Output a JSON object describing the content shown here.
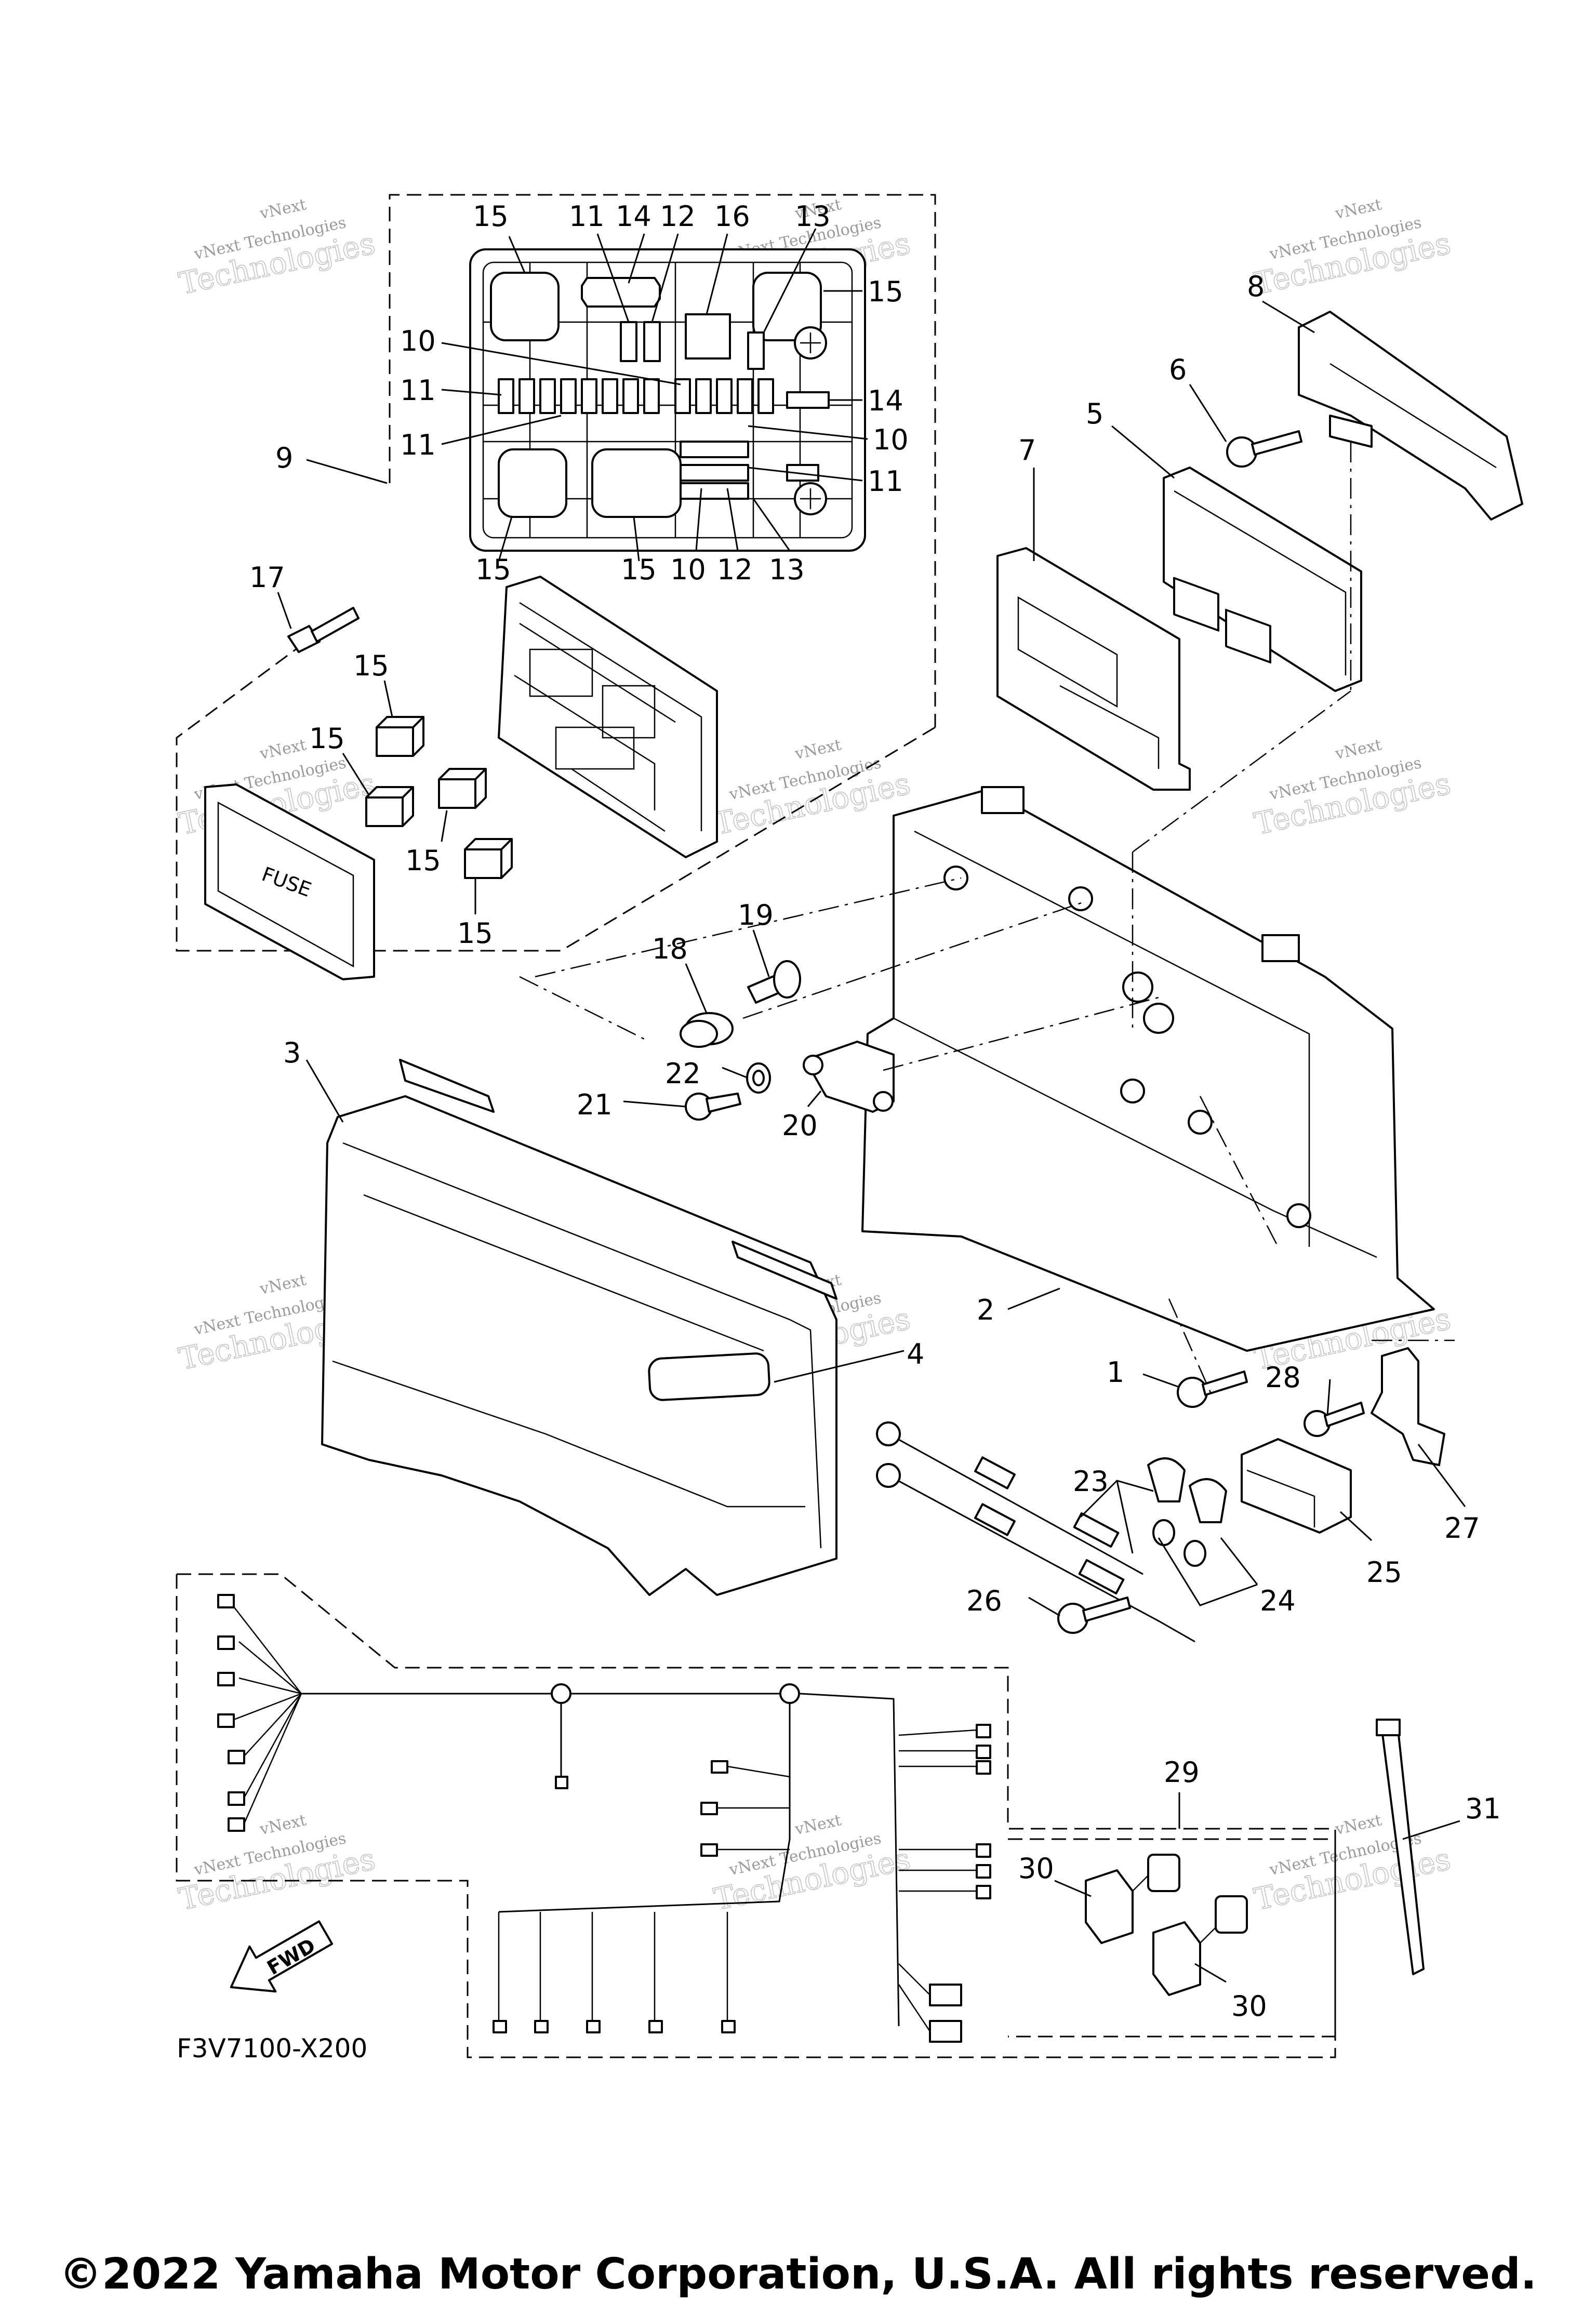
{
  "diagram_code": "F3V7100-X200",
  "fwd_label": "FWD",
  "fuse_label": "FUSE",
  "copyright": "©2022 Yamaha Motor Corporation, U.S.A. All rights reserved.",
  "watermark": {
    "line1": "vNext",
    "line2": "vNext Technologies",
    "line3": "Technologies"
  },
  "callouts": {
    "c1": "1",
    "c2": "2",
    "c3": "3",
    "c4": "4",
    "c5": "5",
    "c6": "6",
    "c7": "7",
    "c8": "8",
    "c9": "9",
    "c10": "10",
    "c11": "11",
    "c12": "12",
    "c13": "13",
    "c14": "14",
    "c15": "15",
    "c16": "16",
    "c17": "17",
    "c18": "18",
    "c19": "19",
    "c20": "20",
    "c21": "21",
    "c22": "22",
    "c23": "23",
    "c24": "24",
    "c25": "25",
    "c26": "26",
    "c27": "27",
    "c28": "28",
    "c29": "29",
    "c30": "30",
    "c31": "31"
  }
}
